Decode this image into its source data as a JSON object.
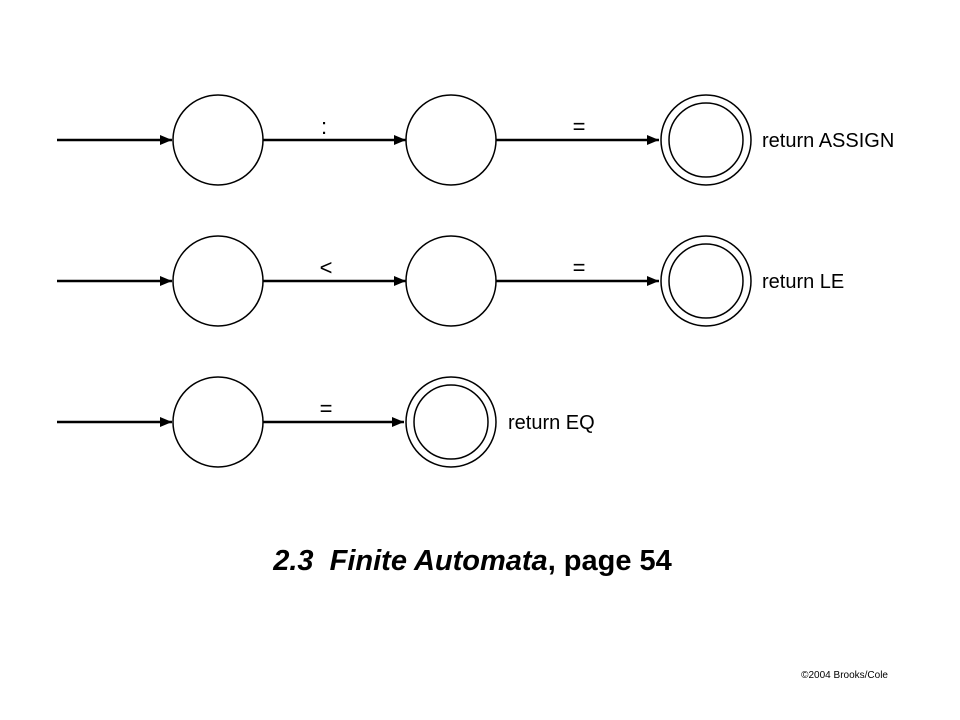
{
  "diagram": {
    "rows": [
      {
        "states": 3,
        "transitions": [
          ":",
          "="
        ],
        "accept_label": "return ASSIGN"
      },
      {
        "states": 3,
        "transitions": [
          "<",
          "="
        ],
        "accept_label": "return LE"
      },
      {
        "states": 2,
        "transitions": [
          "="
        ],
        "accept_label": "return EQ"
      }
    ]
  },
  "caption": {
    "number": "2.3",
    "title": "Finite Automata",
    "page": ", page 54"
  },
  "copyright": "©2004 Brooks/Cole"
}
